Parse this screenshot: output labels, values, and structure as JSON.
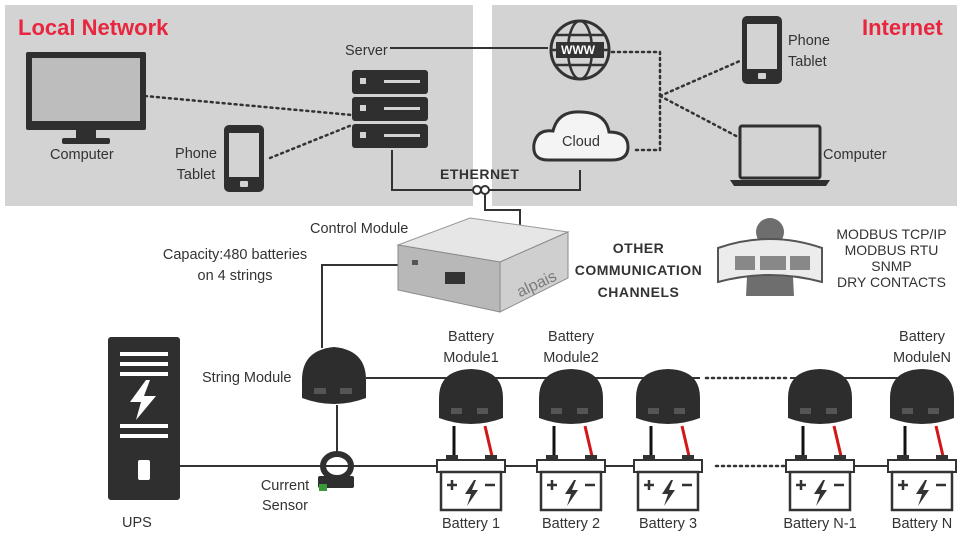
{
  "colors": {
    "panel": "#d2d3d2",
    "accent": "#e8263f",
    "device": "#3a3a3a",
    "cable_pos": "#d01818",
    "cable_neg": "#111111"
  },
  "local_network": {
    "title": "Local Network",
    "computer_label": "Computer",
    "phone_label_line1": "Phone",
    "phone_label_line2": "Tablet",
    "server_label": "Server"
  },
  "internet": {
    "title": "Internet",
    "www_label": "WWW",
    "cloud_label": "Cloud",
    "phone_label_line1": "Phone",
    "phone_label_line2": "Tablet",
    "computer_label": "Computer"
  },
  "ethernet_label": "ETHERNET",
  "control_module": {
    "label": "Control Module",
    "brand": "alpais",
    "capacity_line1": "Capacity:480 batteries",
    "capacity_line2": "on 4 strings"
  },
  "other_channels": {
    "line1": "OTHER",
    "line2": "COMMUNICATION",
    "line3": "CHANNELS"
  },
  "protocols": [
    "MODBUS TCP/IP",
    "MODBUS RTU",
    "SNMP",
    "DRY CONTACTS"
  ],
  "string_module_label": "String Module",
  "ups_label": "UPS",
  "current_sensor_line1": "Current",
  "current_sensor_line2": "Sensor",
  "battery_modules": [
    {
      "line1": "Battery",
      "line2": "Module1"
    },
    {
      "line1": "Battery",
      "line2": "Module2"
    },
    {
      "line1": "",
      "line2": ""
    },
    {
      "line1": "",
      "line2": ""
    },
    {
      "line1": "Battery",
      "line2": "ModuleN"
    }
  ],
  "batteries": [
    "Battery 1",
    "Battery 2",
    "Battery 3",
    "Battery N-1",
    "Battery N"
  ]
}
